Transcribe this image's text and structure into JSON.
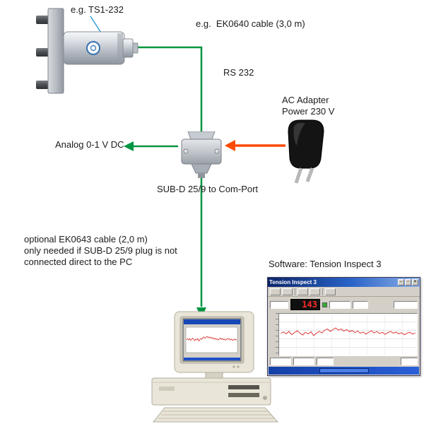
{
  "diagram": {
    "sensor_label": "e.g. TS1-232",
    "cable_label": "e.g.  EK0640 cable (3,0 m)",
    "rs232_label": "RS 232",
    "ac_adapter_label": "AC Adapter\nPower 230 V",
    "analog_label": "Analog 0-1 V DC",
    "subd_label": "SUB-D 25/9 to Com-Port",
    "optional_note": "optional EK0643 cable (2,0 m)\nonly needed if SUB-D 25/9 plug is not\nconnected direct to the PC",
    "software_label": "Software: Tension Inspect 3"
  },
  "colors": {
    "cable_green": "#009540",
    "power_orange": "#ff4a00",
    "callout_blue": "#2f9fd6",
    "trace_red": "#d83030"
  },
  "software_window": {
    "title": "Tension Inspect 3",
    "reading": "143",
    "icons": {
      "minimize": "–",
      "maximize": "▫",
      "close": "✕"
    },
    "trace": {
      "points": [
        0.5,
        0.46,
        0.52,
        0.44,
        0.55,
        0.48,
        0.42,
        0.5,
        0.56,
        0.47,
        0.52,
        0.45,
        0.58,
        0.5,
        0.44,
        0.49,
        0.4,
        0.36,
        0.44,
        0.38,
        0.33,
        0.4,
        0.36,
        0.43,
        0.38,
        0.45,
        0.41,
        0.48,
        0.43,
        0.5,
        0.46,
        0.53,
        0.47,
        0.42,
        0.49,
        0.44,
        0.51,
        0.47,
        0.54,
        0.48,
        0.44,
        0.5,
        0.46,
        0.52,
        0.48,
        0.55,
        0.5,
        0.47,
        0.53,
        0.49
      ]
    }
  }
}
